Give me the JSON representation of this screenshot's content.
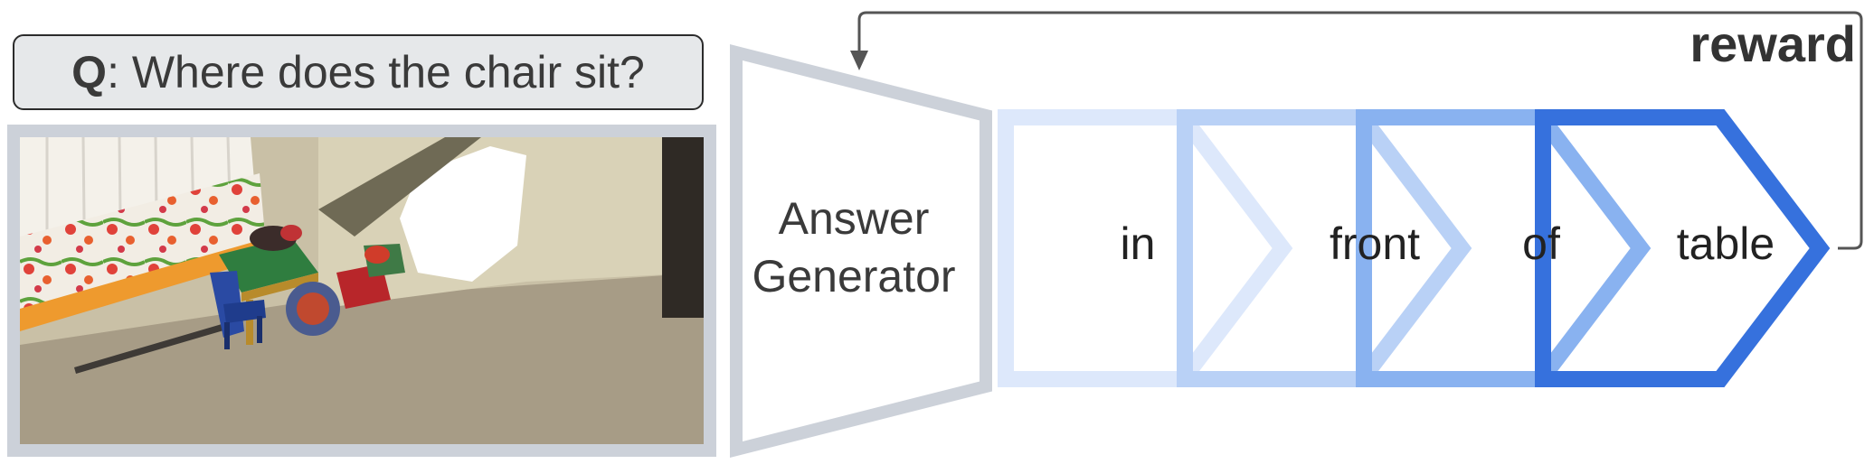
{
  "question": {
    "prefix": "Q",
    "text": ": Where does the chair sit?"
  },
  "generator": {
    "line1": "Answer",
    "line2": "Generator"
  },
  "answer_tokens": [
    {
      "text": "in",
      "color": "#dde8fb"
    },
    {
      "text": "front",
      "color": "#b9d1f6"
    },
    {
      "text": "of",
      "color": "#89b2f0"
    },
    {
      "text": "table",
      "color": "#3671dd"
    }
  ],
  "reward_label": "reward",
  "colors": {
    "frame": "#ccd1d9",
    "arrow": "#555555"
  },
  "icons": {
    "loop_arrow": "feedback-arrow-icon"
  }
}
